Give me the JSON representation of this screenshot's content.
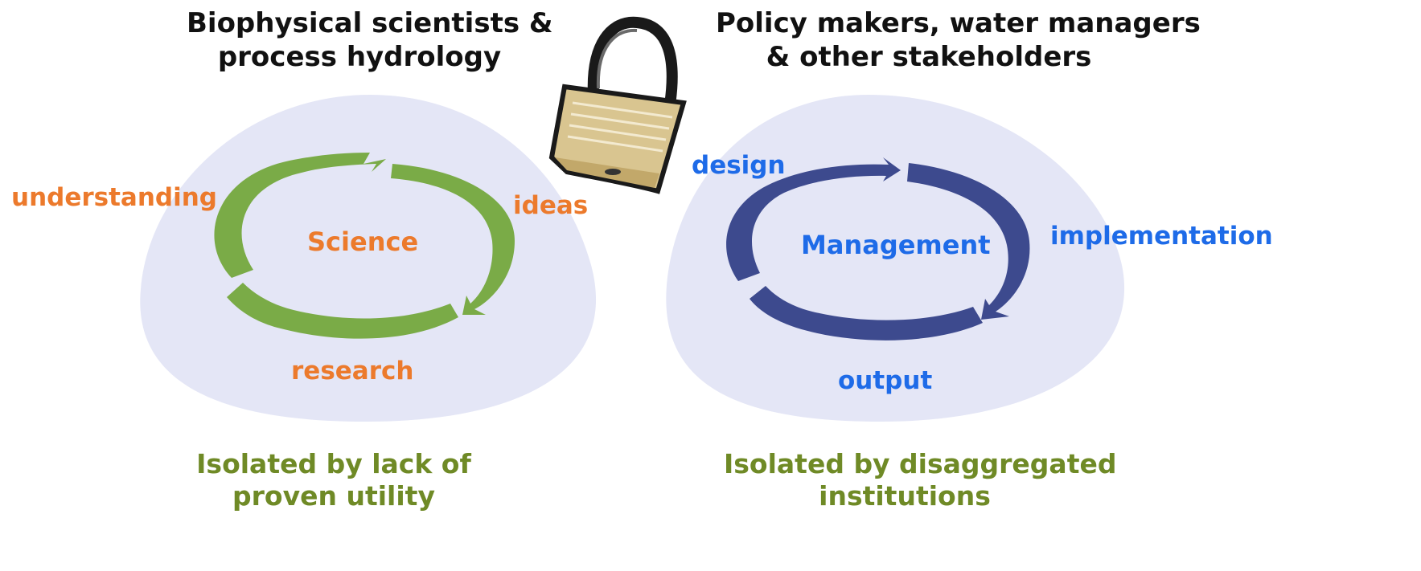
{
  "left_group": {
    "heading_line1": "Biophysical scientists &",
    "heading_line2": "process hydrology",
    "center_label": "Science",
    "cycle_labels": {
      "top_left": "understanding",
      "top_right": "ideas",
      "bottom": "research"
    },
    "caption_line1": "Isolated by lack of",
    "caption_line2": "proven utility",
    "arrow_color": "#7aab47",
    "label_color": "#ec7a2c"
  },
  "right_group": {
    "heading_line1": "Policy makers, water managers",
    "heading_line2": "& other stakeholders",
    "center_label": "Management",
    "cycle_labels": {
      "top_left": "design",
      "right": "implementation",
      "bottom": "output"
    },
    "caption_line1": "Isolated by disaggregated",
    "caption_line2": "institutions",
    "arrow_color": "#3d4a8e",
    "label_color": "#1e6be8"
  },
  "colors": {
    "blob_fill": "#e4e6f6",
    "caption": "#6f8a26",
    "heading": "#111111"
  },
  "icons": {
    "center": "padlock-icon"
  }
}
